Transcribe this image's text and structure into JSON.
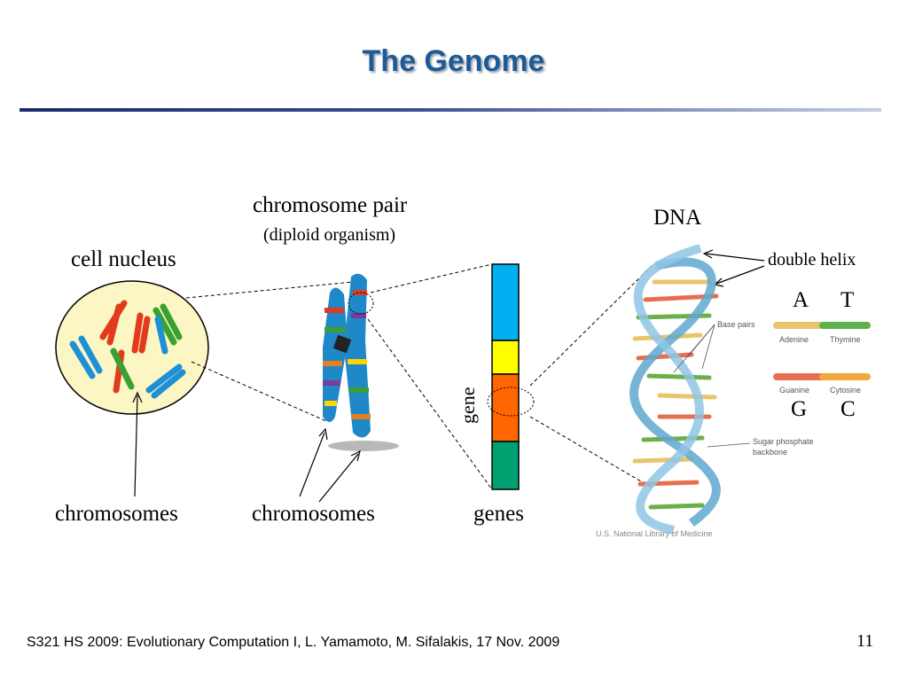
{
  "title": "The Genome",
  "labels": {
    "cell_nucleus": "cell nucleus",
    "chromosome_pair": "chromosome pair",
    "diploid": "(diploid organism)",
    "dna": "DNA",
    "double_helix": "double helix",
    "chromosomes_left": "chromosomes",
    "chromosomes_mid": "chromosomes",
    "genes": "genes",
    "gene": "gene",
    "base_a": "A",
    "base_t": "T",
    "base_g": "G",
    "base_c": "C",
    "base_pairs": "Base pairs",
    "adenine": "Adenine",
    "thymine": "Thymine",
    "guanine": "Guanine",
    "cytosine": "Cytosine",
    "sugar_line1": "Sugar phosphate",
    "sugar_line2": "backbone",
    "credit": "U.S. National Library of Medicine"
  },
  "footer": "S321 HS 2009: Evolutionary Computation I, L. Yamamoto, M. Sifalakis, 17 Nov. 2009",
  "page_number": "11",
  "colors": {
    "title": "#1f5a96",
    "nucleus_fill": "#fbf6c4",
    "gene_segments": [
      "#00b0f0",
      "#ffff00",
      "#ff6600",
      "#00a070"
    ]
  }
}
